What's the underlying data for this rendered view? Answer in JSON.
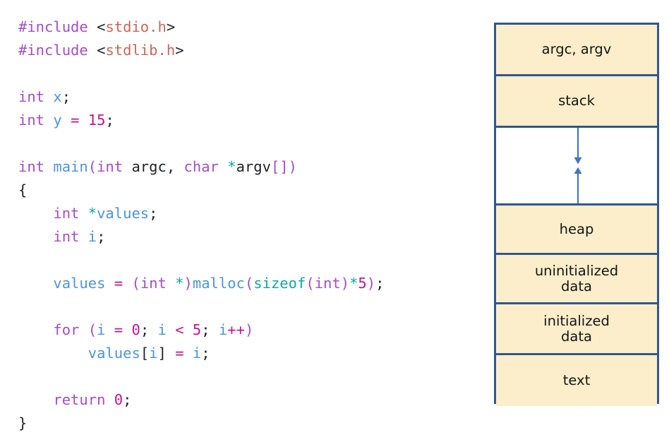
{
  "code": {
    "language": "c",
    "lines": [
      [
        {
          "t": "#include ",
          "c": "tok-pre"
        },
        {
          "t": "<",
          "c": "tok-punct"
        },
        {
          "t": "stdio.h",
          "c": "tok-hdr"
        },
        {
          "t": ">",
          "c": "tok-punct"
        }
      ],
      [
        {
          "t": "#include ",
          "c": "tok-pre"
        },
        {
          "t": "<",
          "c": "tok-punct"
        },
        {
          "t": "stdlib.h",
          "c": "tok-hdr"
        },
        {
          "t": ">",
          "c": "tok-punct"
        }
      ],
      [],
      [
        {
          "t": "int",
          "c": "tok-kw"
        },
        {
          "t": " ",
          "c": "tok-punct"
        },
        {
          "t": "x",
          "c": "tok-var"
        },
        {
          "t": ";",
          "c": "tok-punct"
        }
      ],
      [
        {
          "t": "int",
          "c": "tok-kw"
        },
        {
          "t": " ",
          "c": "tok-punct"
        },
        {
          "t": "y",
          "c": "tok-var"
        },
        {
          "t": " ",
          "c": "tok-punct"
        },
        {
          "t": "=",
          "c": "tok-op"
        },
        {
          "t": " ",
          "c": "tok-punct"
        },
        {
          "t": "15",
          "c": "tok-num"
        },
        {
          "t": ";",
          "c": "tok-punct"
        }
      ],
      [],
      [
        {
          "t": "int",
          "c": "tok-kw"
        },
        {
          "t": " ",
          "c": "tok-punct"
        },
        {
          "t": "main",
          "c": "tok-fn"
        },
        {
          "t": "(",
          "c": "tok-brkt"
        },
        {
          "t": "int",
          "c": "tok-kw"
        },
        {
          "t": " ",
          "c": "tok-punct"
        },
        {
          "t": "argc",
          "c": "tok-punct"
        },
        {
          "t": ", ",
          "c": "tok-punct"
        },
        {
          "t": "char",
          "c": "tok-kw"
        },
        {
          "t": " ",
          "c": "tok-punct"
        },
        {
          "t": "*",
          "c": "tok-star"
        },
        {
          "t": "argv",
          "c": "tok-punct"
        },
        {
          "t": "[]",
          "c": "tok-brkt"
        },
        {
          "t": ")",
          "c": "tok-brkt"
        }
      ],
      [
        {
          "t": "{",
          "c": "tok-punct"
        }
      ],
      [
        {
          "t": "    ",
          "c": "tok-punct"
        },
        {
          "t": "int",
          "c": "tok-kw"
        },
        {
          "t": " ",
          "c": "tok-punct"
        },
        {
          "t": "*",
          "c": "tok-star"
        },
        {
          "t": "values",
          "c": "tok-var"
        },
        {
          "t": ";",
          "c": "tok-punct"
        }
      ],
      [
        {
          "t": "    ",
          "c": "tok-punct"
        },
        {
          "t": "int",
          "c": "tok-kw"
        },
        {
          "t": " ",
          "c": "tok-punct"
        },
        {
          "t": "i",
          "c": "tok-var"
        },
        {
          "t": ";",
          "c": "tok-punct"
        }
      ],
      [],
      [
        {
          "t": "    ",
          "c": "tok-punct"
        },
        {
          "t": "values",
          "c": "tok-var"
        },
        {
          "t": " ",
          "c": "tok-punct"
        },
        {
          "t": "=",
          "c": "tok-op"
        },
        {
          "t": " ",
          "c": "tok-punct"
        },
        {
          "t": "(",
          "c": "tok-brkt"
        },
        {
          "t": "int",
          "c": "tok-kw"
        },
        {
          "t": " ",
          "c": "tok-punct"
        },
        {
          "t": "*",
          "c": "tok-star"
        },
        {
          "t": ")",
          "c": "tok-brkt"
        },
        {
          "t": "malloc",
          "c": "tok-fn"
        },
        {
          "t": "(",
          "c": "tok-brkt"
        },
        {
          "t": "sizeof",
          "c": "tok-builtin"
        },
        {
          "t": "(",
          "c": "tok-brkt"
        },
        {
          "t": "int",
          "c": "tok-kw"
        },
        {
          "t": ")",
          "c": "tok-brkt"
        },
        {
          "t": "*",
          "c": "tok-star"
        },
        {
          "t": "5",
          "c": "tok-num"
        },
        {
          "t": ")",
          "c": "tok-brkt"
        },
        {
          "t": ";",
          "c": "tok-punct"
        }
      ],
      [],
      [
        {
          "t": "    ",
          "c": "tok-punct"
        },
        {
          "t": "for",
          "c": "tok-kw"
        },
        {
          "t": " ",
          "c": "tok-punct"
        },
        {
          "t": "(",
          "c": "tok-brkt"
        },
        {
          "t": "i",
          "c": "tok-var"
        },
        {
          "t": " ",
          "c": "tok-punct"
        },
        {
          "t": "=",
          "c": "tok-op"
        },
        {
          "t": " ",
          "c": "tok-punct"
        },
        {
          "t": "0",
          "c": "tok-num"
        },
        {
          "t": "; ",
          "c": "tok-punct"
        },
        {
          "t": "i",
          "c": "tok-var"
        },
        {
          "t": " ",
          "c": "tok-punct"
        },
        {
          "t": "<",
          "c": "tok-op"
        },
        {
          "t": " ",
          "c": "tok-punct"
        },
        {
          "t": "5",
          "c": "tok-num"
        },
        {
          "t": "; ",
          "c": "tok-punct"
        },
        {
          "t": "i",
          "c": "tok-var"
        },
        {
          "t": "++",
          "c": "tok-op"
        },
        {
          "t": ")",
          "c": "tok-brkt"
        }
      ],
      [
        {
          "t": "        ",
          "c": "tok-punct"
        },
        {
          "t": "values",
          "c": "tok-var"
        },
        {
          "t": "[",
          "c": "tok-punct"
        },
        {
          "t": "i",
          "c": "tok-var"
        },
        {
          "t": "]",
          "c": "tok-punct"
        },
        {
          "t": " ",
          "c": "tok-punct"
        },
        {
          "t": "=",
          "c": "tok-op"
        },
        {
          "t": " ",
          "c": "tok-punct"
        },
        {
          "t": "i",
          "c": "tok-var"
        },
        {
          "t": ";",
          "c": "tok-punct"
        }
      ],
      [],
      [
        {
          "t": "    ",
          "c": "tok-punct"
        },
        {
          "t": "return",
          "c": "tok-kw"
        },
        {
          "t": " ",
          "c": "tok-punct"
        },
        {
          "t": "0",
          "c": "tok-num"
        },
        {
          "t": ";",
          "c": "tok-punct"
        }
      ],
      [
        {
          "t": "}",
          "c": "tok-punct"
        }
      ]
    ],
    "plain_text": "#include <stdio.h>\n#include <stdlib.h>\n\nint x;\nint y = 15;\n\nint main(int argc, char *argv[])\n{\n    int *values;\n    int i;\n\n    values = (int *)malloc(sizeof(int)*5);\n\n    for (i = 0; i < 5; i++)\n        values[i] = i;\n\n    return 0;\n}"
  },
  "memory_diagram": {
    "title": "process memory layout",
    "colors": {
      "border": "#31578f",
      "fill": "#fdeecb",
      "empty_fill": "#ffffff",
      "arrow": "#4472c4",
      "text": "#151515"
    },
    "rows": [
      {
        "label": "argc, argv",
        "height": 73,
        "filled": true,
        "arrows": []
      },
      {
        "label": "stack",
        "height": 73,
        "filled": true,
        "arrows": []
      },
      {
        "label": "",
        "height": 110,
        "filled": false,
        "arrows": [
          "down",
          "up"
        ]
      },
      {
        "label": "heap",
        "height": 70,
        "filled": true,
        "arrows": []
      },
      {
        "label": "uninitialized\ndata",
        "height": 70,
        "filled": true,
        "arrows": []
      },
      {
        "label": "initialized\ndata",
        "height": 72,
        "filled": true,
        "arrows": []
      },
      {
        "label": "text",
        "height": 72,
        "filled": true,
        "arrows": []
      }
    ]
  }
}
